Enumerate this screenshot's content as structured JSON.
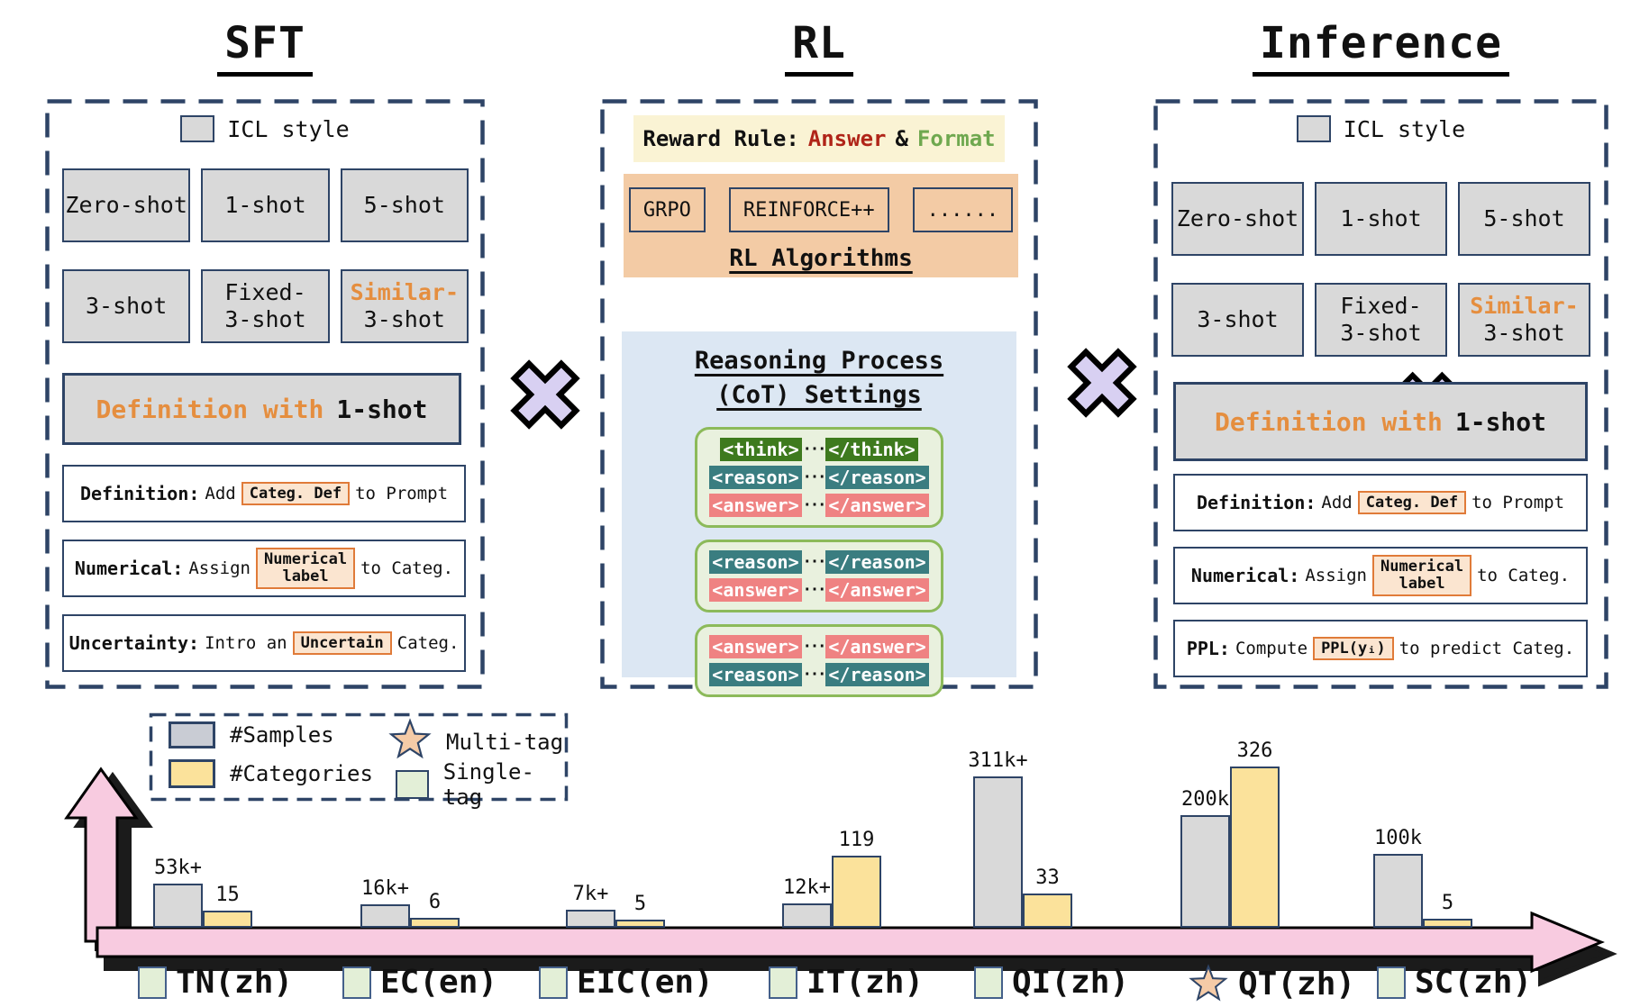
{
  "titles": {
    "sft": "SFT",
    "rl": "RL",
    "inference": "Inference"
  },
  "panels": {
    "sft": {
      "icl_label": "ICL style",
      "shots": [
        {
          "line1": "Zero-shot"
        },
        {
          "line1": "1-shot"
        },
        {
          "line1": "5-shot"
        },
        {
          "line1": "3-shot"
        },
        {
          "line1": "Fixed-",
          "line2": "3-shot"
        },
        {
          "line1": "Similar-",
          "line2": "3-shot",
          "accent": true
        }
      ],
      "defwith": {
        "accent": "Definition with",
        "rest": "1-shot"
      },
      "rows": [
        {
          "title": "Definition:",
          "pre": "Add",
          "chip": [
            "Categ. Def"
          ],
          "post": "to Prompt"
        },
        {
          "title": "Numerical:",
          "pre": "Assign",
          "chip": [
            "Numerical",
            "label"
          ],
          "post": "to Categ."
        },
        {
          "title": "Uncertainty:",
          "pre": "Intro an",
          "chip": [
            "Uncertain"
          ],
          "post": "Categ."
        }
      ]
    },
    "rl": {
      "reward": {
        "label": "Reward Rule:",
        "answer": "Answer",
        "joiner": "&",
        "format": "Format"
      },
      "algorithms": {
        "items": [
          "GRPO",
          "REINFORCE++",
          "......"
        ],
        "caption": "RL Algorithms"
      },
      "cot": {
        "title1": "Reasoning Process",
        "title2": "(CoT) Settings",
        "ellipsis": "···",
        "groups": [
          [
            "think",
            "reason",
            "answer"
          ],
          [
            "reason",
            "answer"
          ],
          [
            "answer",
            "reason"
          ]
        ]
      }
    },
    "inference": {
      "icl_label": "ICL style",
      "shots": [
        {
          "line1": "Zero-shot"
        },
        {
          "line1": "1-shot"
        },
        {
          "line1": "5-shot"
        },
        {
          "line1": "3-shot"
        },
        {
          "line1": "Fixed-",
          "line2": "3-shot"
        },
        {
          "line1": "Similar-",
          "line2": "3-shot",
          "accent": true
        }
      ],
      "defwith": {
        "accent": "Definition with",
        "rest": "1-shot"
      },
      "rows": [
        {
          "title": "Definition:",
          "pre": "Add",
          "chip": [
            "Categ. Def"
          ],
          "post": "to Prompt"
        },
        {
          "title": "Numerical:",
          "pre": "Assign",
          "chip": [
            "Numerical",
            "label"
          ],
          "post": "to Categ."
        },
        {
          "title": "PPL:",
          "pre": "Compute",
          "chip": [
            "PPL(yᵢ)"
          ],
          "post": "to predict Categ."
        }
      ]
    }
  },
  "colors": {
    "navy": "#2E4466",
    "accent_orange": "#E58E3F",
    "answer_red": "#B02418",
    "format_green": "#6FA84F",
    "tag_think": "#3E7A1E",
    "tag_reason": "#3A7D80",
    "tag_answer": "#EF8282",
    "cross_purple": "#D8D0F2",
    "pink": "#F8CBE0",
    "bar_gray": "#D9D9D9",
    "bar_yellow": "#FBE29B",
    "single_green": "#E3EFD7",
    "multi_peach": "#F5CBA7"
  },
  "chart_data": {
    "type": "bar",
    "title": "",
    "categories": [
      "TN(zh)",
      "EC(en)",
      "EIC(en)",
      "IT(zh)",
      "QI(zh)",
      "QT(zh)",
      "SC(zh)"
    ],
    "series": [
      {
        "name": "#Samples",
        "values": [
          "53k+",
          "16k+",
          "7k+",
          "12k+",
          "311k+",
          "200k",
          "100k"
        ]
      },
      {
        "name": "#Categories",
        "values": [
          15,
          6,
          5,
          119,
          33,
          326,
          5
        ]
      }
    ],
    "category_tag_type": [
      "single-tag",
      "single-tag",
      "single-tag",
      "single-tag",
      "single-tag",
      "multi-tag",
      "single-tag"
    ],
    "legend": [
      {
        "swatch": "gray-box",
        "label": "#Samples"
      },
      {
        "swatch": "yellow-box",
        "label": "#Categories"
      },
      {
        "swatch": "star",
        "label": "Multi-tag"
      },
      {
        "swatch": "green-box",
        "label": "Single-tag"
      }
    ],
    "axes": "pink arrow x/y axes without tick labels"
  }
}
